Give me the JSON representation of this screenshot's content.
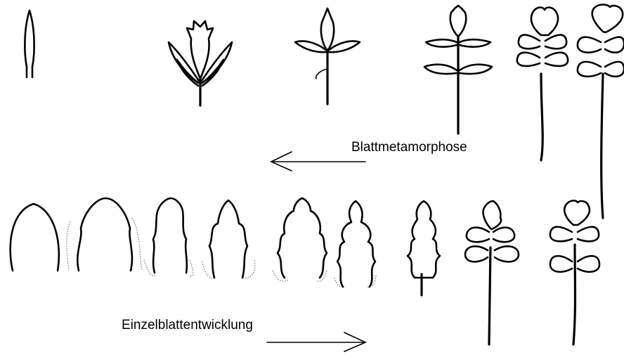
{
  "labels": {
    "top": "Blattmetamorphose",
    "bottom": "Einzelblattentwicklung"
  },
  "arrows": {
    "top_direction": "left",
    "bottom_direction": "right"
  },
  "rows": {
    "top": {
      "description_count": 6
    },
    "bottom": {
      "description_count": 9
    }
  },
  "colors": {
    "line": "#000000",
    "ghost_outline": "#777777",
    "background": "#ffffff"
  }
}
